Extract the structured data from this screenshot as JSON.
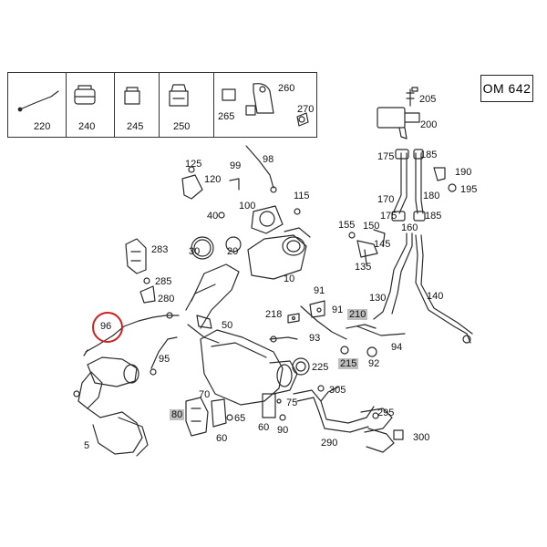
{
  "model": "OM 642",
  "legend_labels": [
    "220",
    "240",
    "245",
    "250",
    "265",
    "260",
    "270"
  ],
  "callouts": {
    "c125": "125",
    "c99": "99",
    "c98": "98",
    "c120": "120",
    "c100": "100",
    "c115": "115",
    "c40": "40",
    "c30": "30",
    "c20": "20",
    "c10": "10",
    "c283": "283",
    "c285": "285",
    "c280": "280",
    "c96": "96",
    "c95": "95",
    "c50": "50",
    "c5": "5",
    "c80": "80",
    "c70": "70",
    "c65": "65",
    "c60a": "60",
    "c60b": "60",
    "c75": "75",
    "c90": "90",
    "c225": "225",
    "c218": "218",
    "c91a": "91",
    "c91b": "91",
    "c93": "93",
    "c210": "210",
    "c215": "215",
    "c92": "92",
    "c94": "94",
    "c305": "305",
    "c295": "295",
    "c290": "290",
    "c300": "300",
    "c205": "205",
    "c200": "200",
    "c175a": "175",
    "c185a": "185",
    "c190": "190",
    "c195": "195",
    "c170": "170",
    "c180": "180",
    "c175b": "175",
    "c185b": "185",
    "c155": "155",
    "c150": "150",
    "c160": "160",
    "c145": "145",
    "c135": "135",
    "c130": "130",
    "c140": "140"
  },
  "highlight_color": "#d02020",
  "shade_color": "#bfbfbf",
  "line_color": "#2a2a2a"
}
